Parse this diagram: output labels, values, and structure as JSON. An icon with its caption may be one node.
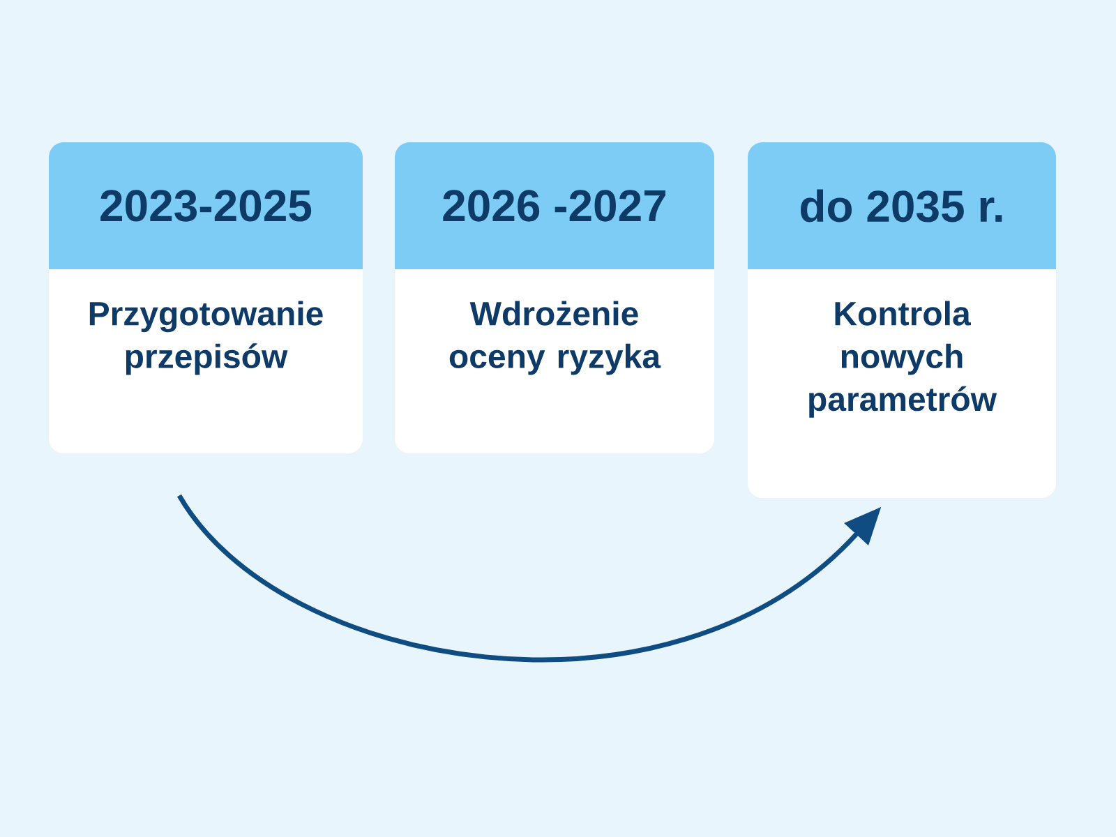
{
  "diagram": {
    "nodes": [
      {
        "text": [
          "2023-2025",
          "Przygotowanie przepisów"
        ]
      },
      {
        "text": [
          "2026 -2027",
          "Wdrożenie oceny ryzyka"
        ]
      },
      {
        "text": [
          "do 2035 r.",
          "Kontrola nowych parametrów"
        ]
      }
    ],
    "edges": [
      {
        "from": 0,
        "to": 2,
        "arrow": "to"
      }
    ]
  }
}
